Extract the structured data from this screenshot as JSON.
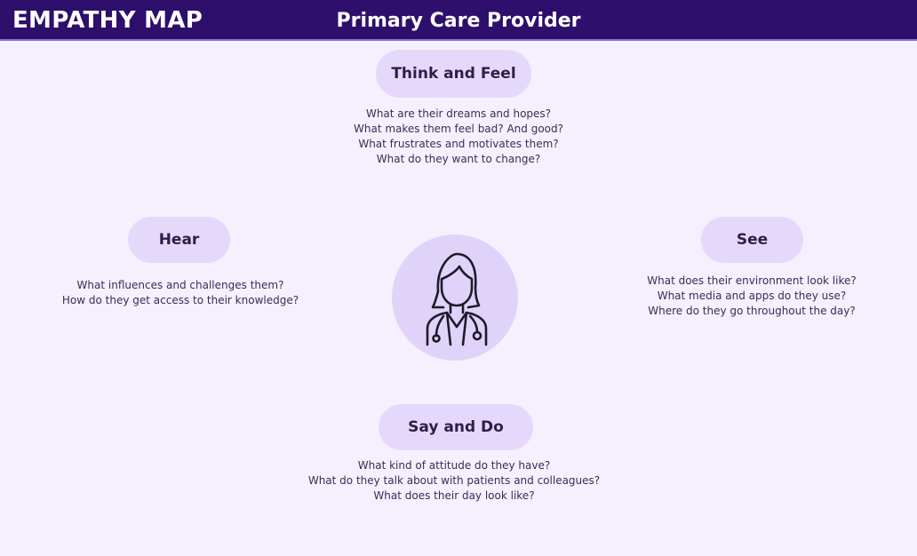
{
  "header": {
    "title": "EMPATHY MAP",
    "subtitle": "Primary Care Provider"
  },
  "sections": {
    "think_feel": {
      "label": "Think and Feel",
      "questions": [
        "What are their dreams and hopes?",
        "What makes them feel bad? And good?",
        "What frustrates and motivates them?",
        "What do they want to change?"
      ]
    },
    "hear": {
      "label": "Hear",
      "questions": [
        "What influences and challenges them?",
        "How do they get access to their knowledge?"
      ]
    },
    "see": {
      "label": "See",
      "questions": [
        "What does their environment look like?",
        "What media and apps do they use?",
        "Where do they go throughout the day?"
      ]
    },
    "say_do": {
      "label": "Say and Do",
      "questions": [
        "What kind of attitude do they have?",
        "What do they talk about with patients and colleagues?",
        "What does their day look like?"
      ]
    }
  },
  "center": {
    "icon": "doctor-icon"
  },
  "colors": {
    "header_bg": "#2e0f6b",
    "page_bg": "#f5f0fd",
    "pill_bg": "#e5d9fb",
    "avatar_bg": "#e0d3fa"
  }
}
